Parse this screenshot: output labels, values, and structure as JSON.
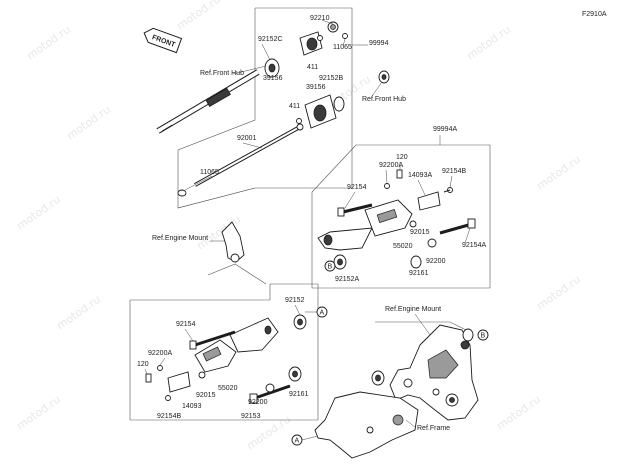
{
  "diagram": {
    "code": "F2910A",
    "front_tag": "FRONT",
    "watermark": "motod.ru",
    "labels": {
      "l92210": "92210",
      "l92152c": "92152C",
      "l11065a": "11065",
      "l99994": "99994",
      "l411a": "411",
      "l39156a": "39156",
      "l92152b": "92152B",
      "l39156b": "39156",
      "ref_front_hub_a": "Ref.Front Hub",
      "ref_front_hub_b": "Ref.Front Hub",
      "l411b": "411",
      "l92001": "92001",
      "l11065b": "11065",
      "l99994a": "99994A",
      "l120a": "120",
      "l92200a_top": "92200A",
      "l14093a": "14093A",
      "l92154b_top": "92154B",
      "l92154_top": "92154",
      "l55020_top": "55020",
      "l92015_top": "92015",
      "l92154a": "92154A",
      "l92200_top": "92200",
      "l92161_top": "92161",
      "l92152a": "92152A",
      "ref_engine_mount_a": "Ref.Engine Mount",
      "ref_engine_mount_b": "Ref.Engine Mount",
      "l92152": "92152",
      "l92154_bot": "92154",
      "l92200a_bot": "92200A",
      "l120b": "120",
      "l92015_bot": "92015",
      "l55020_bot": "55020",
      "l14093": "14093",
      "l92154b_bot": "92154B",
      "l92161_bot": "92161",
      "l92200_bot": "92200",
      "l92153": "92153",
      "ref_frame": "Ref.Frame",
      "circle_a1": "A",
      "circle_a2": "A",
      "circle_b1": "B",
      "circle_b2": "B"
    }
  }
}
